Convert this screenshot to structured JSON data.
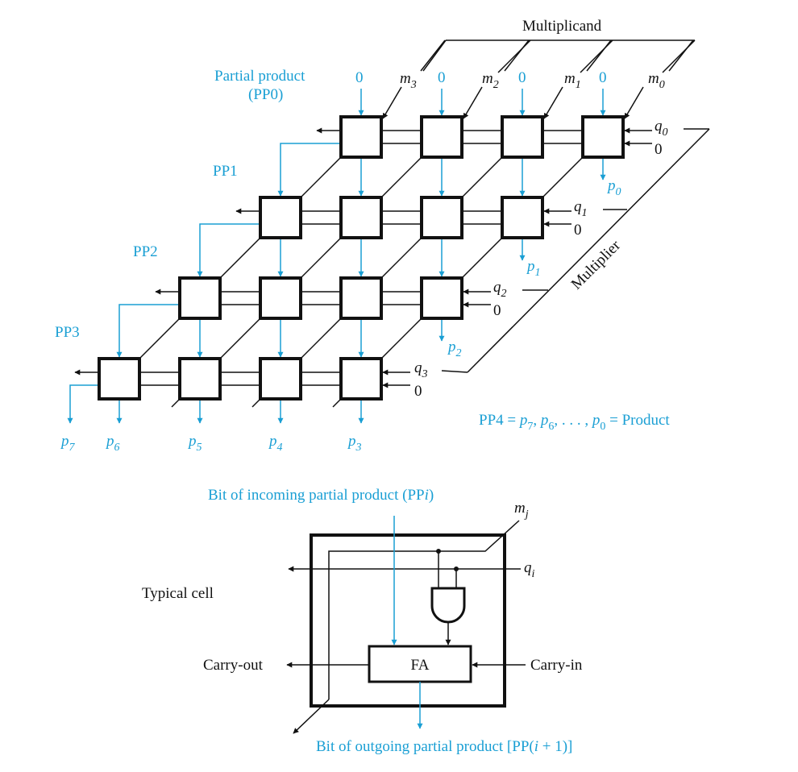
{
  "colors": {
    "accent": "#1a9fd4",
    "ink": "#111111",
    "background": "#ffffff"
  },
  "array": {
    "multiplicand_label": "Multiplicand",
    "multiplier_label": "Multiplier",
    "multiplicand_bits": [
      {
        "sym": "m",
        "sub": "3"
      },
      {
        "sym": "m",
        "sub": "2"
      },
      {
        "sym": "m",
        "sub": "1"
      },
      {
        "sym": "m",
        "sub": "0"
      }
    ],
    "multiplier_bits": [
      {
        "sym": "q",
        "sub": "0"
      },
      {
        "sym": "q",
        "sub": "1"
      },
      {
        "sym": "q",
        "sub": "2"
      },
      {
        "sym": "q",
        "sub": "3"
      }
    ],
    "pp0_label_line1": "Partial product",
    "pp0_label_line2": "(PP0)",
    "pp_labels": [
      "PP1",
      "PP2",
      "PP3"
    ],
    "zero": "0",
    "product_bits": [
      {
        "sym": "p",
        "sub": "0"
      },
      {
        "sym": "p",
        "sub": "1"
      },
      {
        "sym": "p",
        "sub": "2"
      },
      {
        "sym": "p",
        "sub": "3"
      },
      {
        "sym": "p",
        "sub": "4"
      },
      {
        "sym": "p",
        "sub": "5"
      },
      {
        "sym": "p",
        "sub": "6"
      },
      {
        "sym": "p",
        "sub": "7"
      }
    ],
    "product_equation": {
      "lead": "PP4 = ",
      "p7": "p",
      "s7": "7",
      "sep1": ", ",
      "p6": "p",
      "s6": "6",
      "sep2": ", . . . , ",
      "p0": "p",
      "s0": "0",
      "tail": " = Product"
    }
  },
  "cell": {
    "title": "Typical cell",
    "incoming_prefix": "Bit of incoming partial product (PP",
    "incoming_var": "i",
    "incoming_suffix": ")",
    "outgoing_prefix": "Bit of outgoing partial product [PP(",
    "outgoing_var": "i",
    "outgoing_suffix": " + 1)]",
    "mj": {
      "sym": "m",
      "sub": "j"
    },
    "qi": {
      "sym": "q",
      "sub": "i"
    },
    "fa_label": "FA",
    "carry_out": "Carry-out",
    "carry_in": "Carry-in"
  }
}
